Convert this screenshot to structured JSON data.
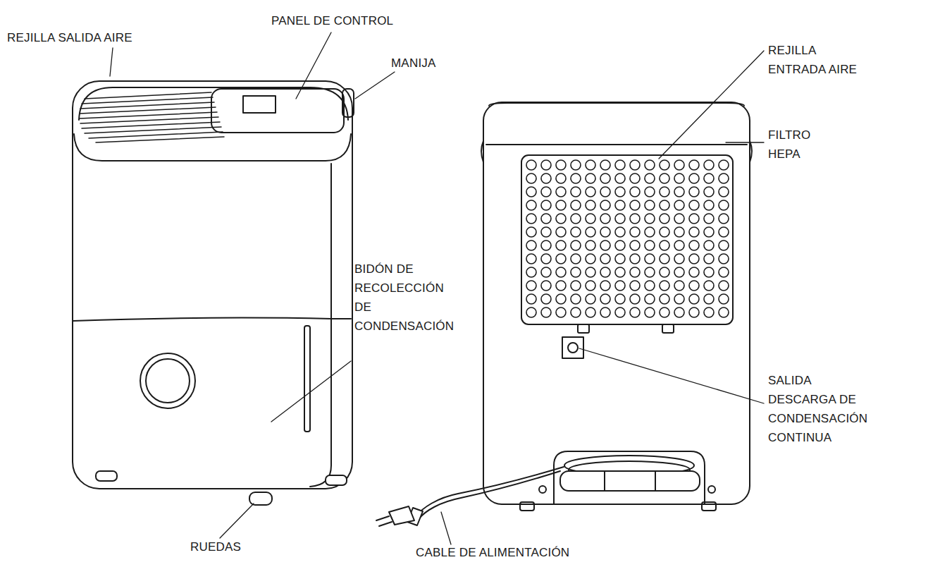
{
  "diagram": {
    "labels": [
      "REJILLA SALIDA AIRE",
      "PANEL DE CONTROL",
      "MANIJA",
      "REJILLA ENTRADA AIRE",
      "FILTRO HEPA",
      "BIDÓN DE RECOLECCIÓN DE CONDENSACIÓN",
      "SALIDA DESCARGA DE CONDENSACIÓN CONTINUA",
      "RUEDAS",
      "CABLE DE ALIMENTACIÓN"
    ]
  }
}
